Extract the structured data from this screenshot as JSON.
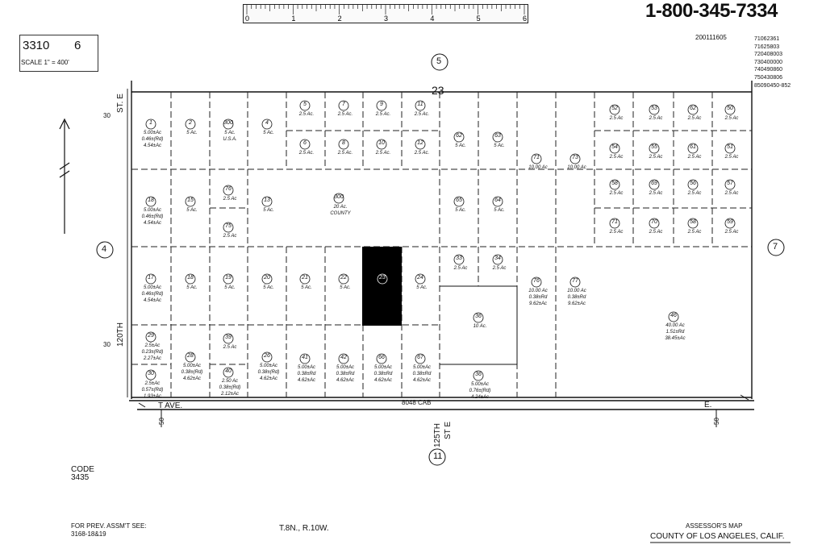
{
  "header": {
    "phone": "1-800-345-7334",
    "map_book": "3310",
    "map_page": "6",
    "scale": "SCALE 1\" = 400'",
    "ref_codes": [
      "200111605",
      "71062361",
      "71625803",
      "720408003",
      "730400000",
      "740490860",
      "750430806",
      "85090450-852"
    ]
  },
  "ruler": {
    "ticks": [
      "0",
      "1",
      "2",
      "3",
      "4",
      "5",
      "6"
    ]
  },
  "adjacent_pages": [
    "5",
    "4",
    "7",
    "11"
  ],
  "section_number": "23",
  "streets": {
    "vertical_left": "120TH ST. E",
    "vertical_left_top": "ST. E",
    "vertical_left_bottom": "120TH",
    "bottom_avenue": "T AVE.",
    "bottom_right": "E.",
    "center_street_line1": "125TH",
    "center_street_line2": "ST E",
    "bottom_note": "8048 CAB",
    "line30": "30",
    "line50": "50"
  },
  "parcels": [
    {
      "id": "1",
      "area": "5.00±Ac",
      "extra": [
        "0.46±(Rd)",
        "4.54±Ac"
      ]
    },
    {
      "id": "2",
      "area": "5 Ac."
    },
    {
      "id": "300",
      "area": "5 Ac.",
      "extra": [
        "U.S.A."
      ]
    },
    {
      "id": "4",
      "area": "5 Ac."
    },
    {
      "id": "5",
      "area": "2.5 Ac."
    },
    {
      "id": "7",
      "area": "2.5 Ac."
    },
    {
      "id": "9",
      "area": "2.5 Ac."
    },
    {
      "id": "11",
      "area": "2.5 Ac."
    },
    {
      "id": "6",
      "area": "2.5 Ac."
    },
    {
      "id": "8",
      "area": "2.5 Ac."
    },
    {
      "id": "10",
      "area": "2.5 Ac."
    },
    {
      "id": "12",
      "area": "2.5 Ac."
    },
    {
      "id": "62",
      "area": "5 Ac."
    },
    {
      "id": "63",
      "area": "5 Ac."
    },
    {
      "id": "71",
      "area": "10.00 Ac"
    },
    {
      "id": "73",
      "area": "10.00 Ac"
    },
    {
      "id": "52",
      "area": "2.5 Ac"
    },
    {
      "id": "53",
      "area": "2.5 Ac"
    },
    {
      "id": "62",
      "area": "2.5 Ac"
    },
    {
      "id": "50",
      "area": "2.5 Ac"
    },
    {
      "id": "54",
      "area": "2.5 Ac"
    },
    {
      "id": "55",
      "area": "2.5 Ac"
    },
    {
      "id": "61",
      "area": "2.5 Ac"
    },
    {
      "id": "51",
      "area": "2.5 Ac"
    },
    {
      "id": "18",
      "area": "5.00±Ac",
      "extra": [
        "0.46±(Rd)",
        "4.54±Ac"
      ]
    },
    {
      "id": "15",
      "area": "5 Ac."
    },
    {
      "id": "76",
      "area": "2.5 Ac"
    },
    {
      "id": "75",
      "area": "2.5 Ac"
    },
    {
      "id": "13",
      "area": "5 Ac."
    },
    {
      "id": "300",
      "area": "20 Ac.",
      "extra": [
        "COUNTY"
      ]
    },
    {
      "id": "65",
      "area": "5 Ac."
    },
    {
      "id": "64",
      "area": "5 Ac."
    },
    {
      "id": "58",
      "area": "2.5 Ac"
    },
    {
      "id": "69",
      "area": "2.5 Ac"
    },
    {
      "id": "56",
      "area": "2.5 Ac"
    },
    {
      "id": "57",
      "area": "2.5 Ac"
    },
    {
      "id": "71",
      "area": "2.5 Ac"
    },
    {
      "id": "70",
      "area": "2.5 Ac"
    },
    {
      "id": "58",
      "area": "2.5 Ac"
    },
    {
      "id": "59",
      "area": "2.5 Ac"
    },
    {
      "id": "17",
      "area": "5.00±Ac",
      "extra": [
        "0.46±(Rd)",
        "4.54±Ac"
      ]
    },
    {
      "id": "18",
      "area": "5 Ac."
    },
    {
      "id": "19",
      "area": "5 Ac."
    },
    {
      "id": "20",
      "area": "5 Ac."
    },
    {
      "id": "21",
      "area": "5 Ac."
    },
    {
      "id": "22",
      "area": "5 Ac."
    },
    {
      "id": "23",
      "area": ""
    },
    {
      "id": "24",
      "area": "5 Ac."
    },
    {
      "id": "33",
      "area": "2.5 Ac"
    },
    {
      "id": "34",
      "area": "2.5 Ac"
    },
    {
      "id": "36",
      "area": "10 Ac."
    },
    {
      "id": "76",
      "area": "10.00 Ac",
      "extra": [
        "0.38±Rd",
        "9.62±Ac"
      ]
    },
    {
      "id": "77",
      "area": "10.00 Ac",
      "extra": [
        "0.38±Rd",
        "9.62±Ac"
      ]
    },
    {
      "id": "46",
      "area": "40.00 Ac",
      "extra": [
        "1.51±Rd",
        "38.45±Ac"
      ]
    },
    {
      "id": "29",
      "area": "2.5±Ac",
      "extra": [
        "0.23±(Rd)",
        "2.27±Ac"
      ]
    },
    {
      "id": "28",
      "area": "5.00±Ac",
      "extra": [
        "0.38±(Rd)",
        "4.62±Ac"
      ]
    },
    {
      "id": "39",
      "area": "2.5 Ac"
    },
    {
      "id": "26",
      "area": "5.00±Ac",
      "extra": [
        "0.38±(Rd)",
        "4.62±Ac"
      ]
    },
    {
      "id": "41",
      "area": "5.00±Ac",
      "extra": [
        "0.38±Rd",
        "4.62±Ac"
      ]
    },
    {
      "id": "42",
      "area": "5.00±Ac",
      "extra": [
        "0.38±Rd",
        "4.62±Ac"
      ]
    },
    {
      "id": "66",
      "area": "5.00±Ac",
      "extra": [
        "0.38±Rd",
        "4.62±Ac"
      ]
    },
    {
      "id": "67",
      "area": "5.00±Ac",
      "extra": [
        "0.38±Rd",
        "4.62±Ac"
      ]
    },
    {
      "id": "30",
      "area": "2.5±Ac",
      "extra": [
        "0.57±(Rd)",
        "1.93±Ac"
      ]
    },
    {
      "id": "40",
      "area": "2.50 Ac",
      "extra": [
        "0.38±(Rd)",
        "2.12±Ac"
      ]
    },
    {
      "id": "36",
      "area": "5.00±Ac",
      "extra": [
        "0.76±(Rd)",
        "4.24±Ac"
      ]
    }
  ],
  "footer": {
    "code_label": "CODE",
    "code_value": "3435",
    "prev_label": "FOR PREV. ASSM'T SEE:",
    "prev_value": "3168-18&19",
    "township": "T.8N., R.10W.",
    "assessor_title": "ASSESSOR'S MAP",
    "county": "COUNTY OF LOS ANGELES, CALIF."
  },
  "highlight": {
    "parcel": "23",
    "fill": "#000000"
  },
  "colors": {
    "ink": "#111111",
    "paper": "#ffffff"
  }
}
